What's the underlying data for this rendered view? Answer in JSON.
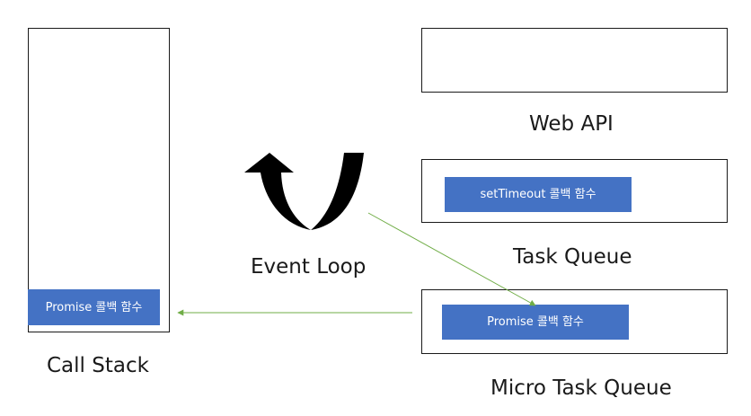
{
  "colors": {
    "chip_fill": "#4472c4",
    "chip_text": "#ffffff",
    "arrow": "#70ad47",
    "box_border": "#1a1a1a",
    "loop_icon": "#000000"
  },
  "call_stack": {
    "label": "Call Stack",
    "items": [
      "Promise 콜백 함수"
    ]
  },
  "web_api": {
    "label": "Web API",
    "items": []
  },
  "task_queue": {
    "label": "Task Queue",
    "items": [
      "setTimeout 콜백 함수"
    ]
  },
  "micro_task_queue": {
    "label": "Micro Task Queue",
    "items": [
      "Promise 콜백 함수"
    ]
  },
  "event_loop": {
    "label": "Event Loop",
    "icon": "u-turn-arrow-icon"
  }
}
